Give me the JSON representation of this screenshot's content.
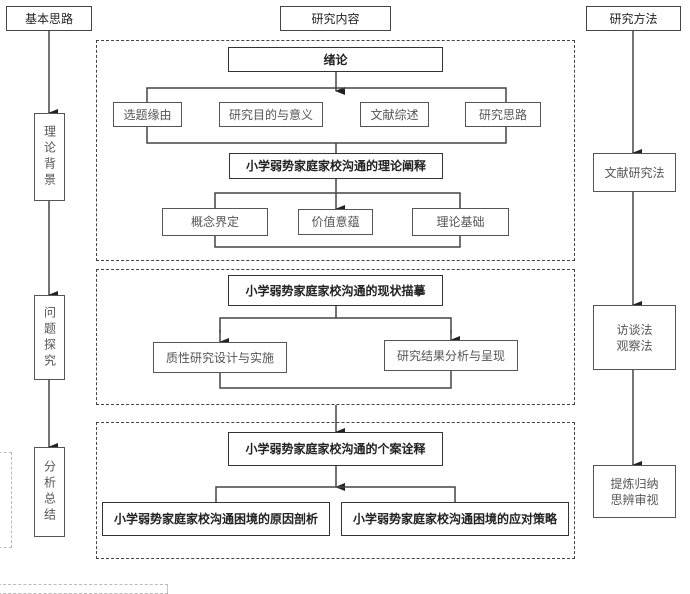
{
  "headers": {
    "left": "基本思路",
    "middle": "研究内容",
    "right": "研究方法"
  },
  "left_column": [
    "理论背景",
    "问题探究",
    "分析总结"
  ],
  "right_column": [
    "文献研究法",
    "访谈法\n观察法",
    "提炼归纳\n思辨审视"
  ],
  "section1": {
    "title": "绪论",
    "items": [
      "选题缘由",
      "研究目的与意义",
      "文献综述",
      "研究思路"
    ],
    "subtitle": "小学弱势家庭家校沟通的理论阐释",
    "subitems": [
      "概念界定",
      "价值意蕴",
      "理论基础"
    ]
  },
  "section2": {
    "title": "小学弱势家庭家校沟通的现状描摹",
    "items": [
      "质性研究设计与实施",
      "研究结果分析与呈现"
    ]
  },
  "section3": {
    "title": "小学弱势家庭家校沟通的个案诠释",
    "items": [
      "小学弱势家庭家校沟通困境的原因剖析",
      "小学弱势家庭家校沟通困境的应对策略"
    ]
  }
}
